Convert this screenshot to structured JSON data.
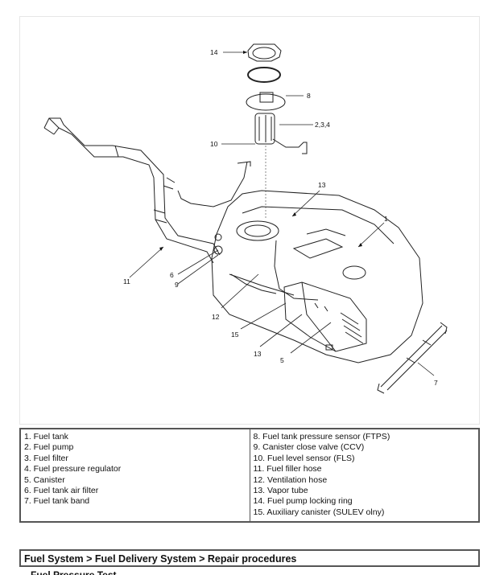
{
  "callouts": {
    "c1": "1",
    "c5": "5",
    "c6": "6",
    "c7": "7",
    "c8": "8",
    "c9": "9",
    "c10": "10",
    "c11": "11",
    "c12": "12",
    "c13a": "13",
    "c13b": "13",
    "c14": "14",
    "c15": "15",
    "c234": "2,3,4"
  },
  "legend": {
    "left": [
      "1. Fuel tank",
      "2. Fuel pump",
      "3. Fuel filter",
      "4. Fuel pressure regulator",
      "5. Canister",
      "6. Fuel tank air filter",
      "7. Fuel tank band"
    ],
    "right": [
      "8. Fuel tank pressure sensor (FTPS)",
      "9. Canister close valve (CCV)",
      "10. Fuel level sensor (FLS)",
      "11. Fuel filler hose",
      "12. Ventilation hose",
      "13. Vapor tube",
      "14. Fuel pump locking ring",
      "15. Auxiliary canister (SULEV olny)"
    ]
  },
  "breadcrumb": "Fuel System > Fuel Delivery System > Repair procedures",
  "next_section": "Fuel Pressure Test"
}
